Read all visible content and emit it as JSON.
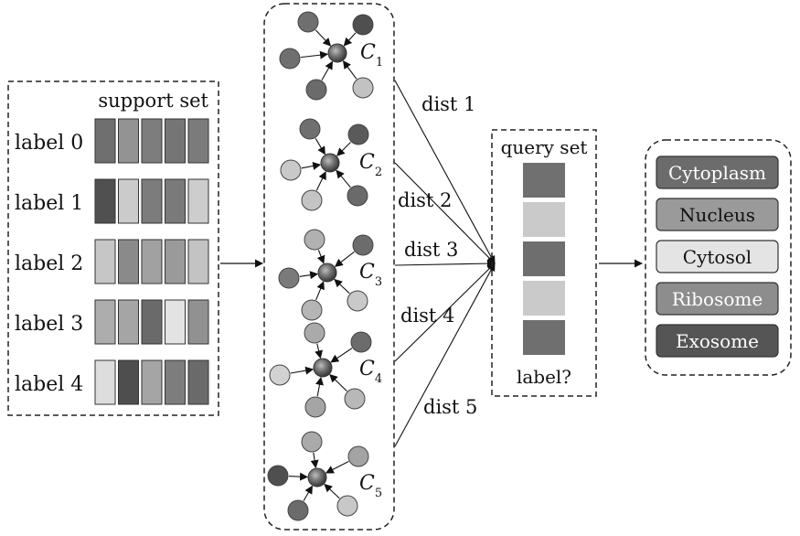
{
  "support_set": {
    "title": "support set",
    "rows": [
      {
        "label": "label 0",
        "cells": [
          "#6f6f6f",
          "#939393",
          "#7d7d7d",
          "#757575",
          "#7b7b7b"
        ]
      },
      {
        "label": "label 1",
        "cells": [
          "#505050",
          "#cbcbcb",
          "#7c7c7c",
          "#7a7a7a",
          "#cdcdcd"
        ]
      },
      {
        "label": "label 2",
        "cells": [
          "#c6c6c6",
          "#8a8a8a",
          "#a1a1a1",
          "#9a9a9a",
          "#c3c3c3"
        ]
      },
      {
        "label": "label 3",
        "cells": [
          "#adadad",
          "#a5a5a5",
          "#6a6a6a",
          "#e3e3e3",
          "#919191"
        ]
      },
      {
        "label": "label 4",
        "cells": [
          "#dddddd",
          "#4e4e4e",
          "#a5a5a5",
          "#7d7d7d",
          "#6a6a6a"
        ]
      }
    ]
  },
  "prototypes": [
    {
      "name": "C",
      "sub": "1"
    },
    {
      "name": "C",
      "sub": "2"
    },
    {
      "name": "C",
      "sub": "3"
    },
    {
      "name": "C",
      "sub": "4"
    },
    {
      "name": "C",
      "sub": "5"
    }
  ],
  "distances": [
    "dist 1",
    "dist 2",
    "dist 3",
    "dist 4",
    "dist 5"
  ],
  "query_set": {
    "title": "query set",
    "cells": [
      "#707070",
      "#cacaca",
      "#6e6e6e",
      "#cacaca",
      "#6f6f6f"
    ],
    "footer": "label?"
  },
  "classes": [
    {
      "label": "Cytoplasm",
      "fill": "#6c6c6c",
      "text_color": "#ffffff"
    },
    {
      "label": "Nucleus",
      "fill": "#9a9a9a",
      "text_color": "#111111"
    },
    {
      "label": "Cytosol",
      "fill": "#e4e4e4",
      "text_color": "#111111"
    },
    {
      "label": "Ribosome",
      "fill": "#8d8d8d",
      "text_color": "#ffffff"
    },
    {
      "label": "Exosome",
      "fill": "#555555",
      "text_color": "#ffffff"
    }
  ]
}
